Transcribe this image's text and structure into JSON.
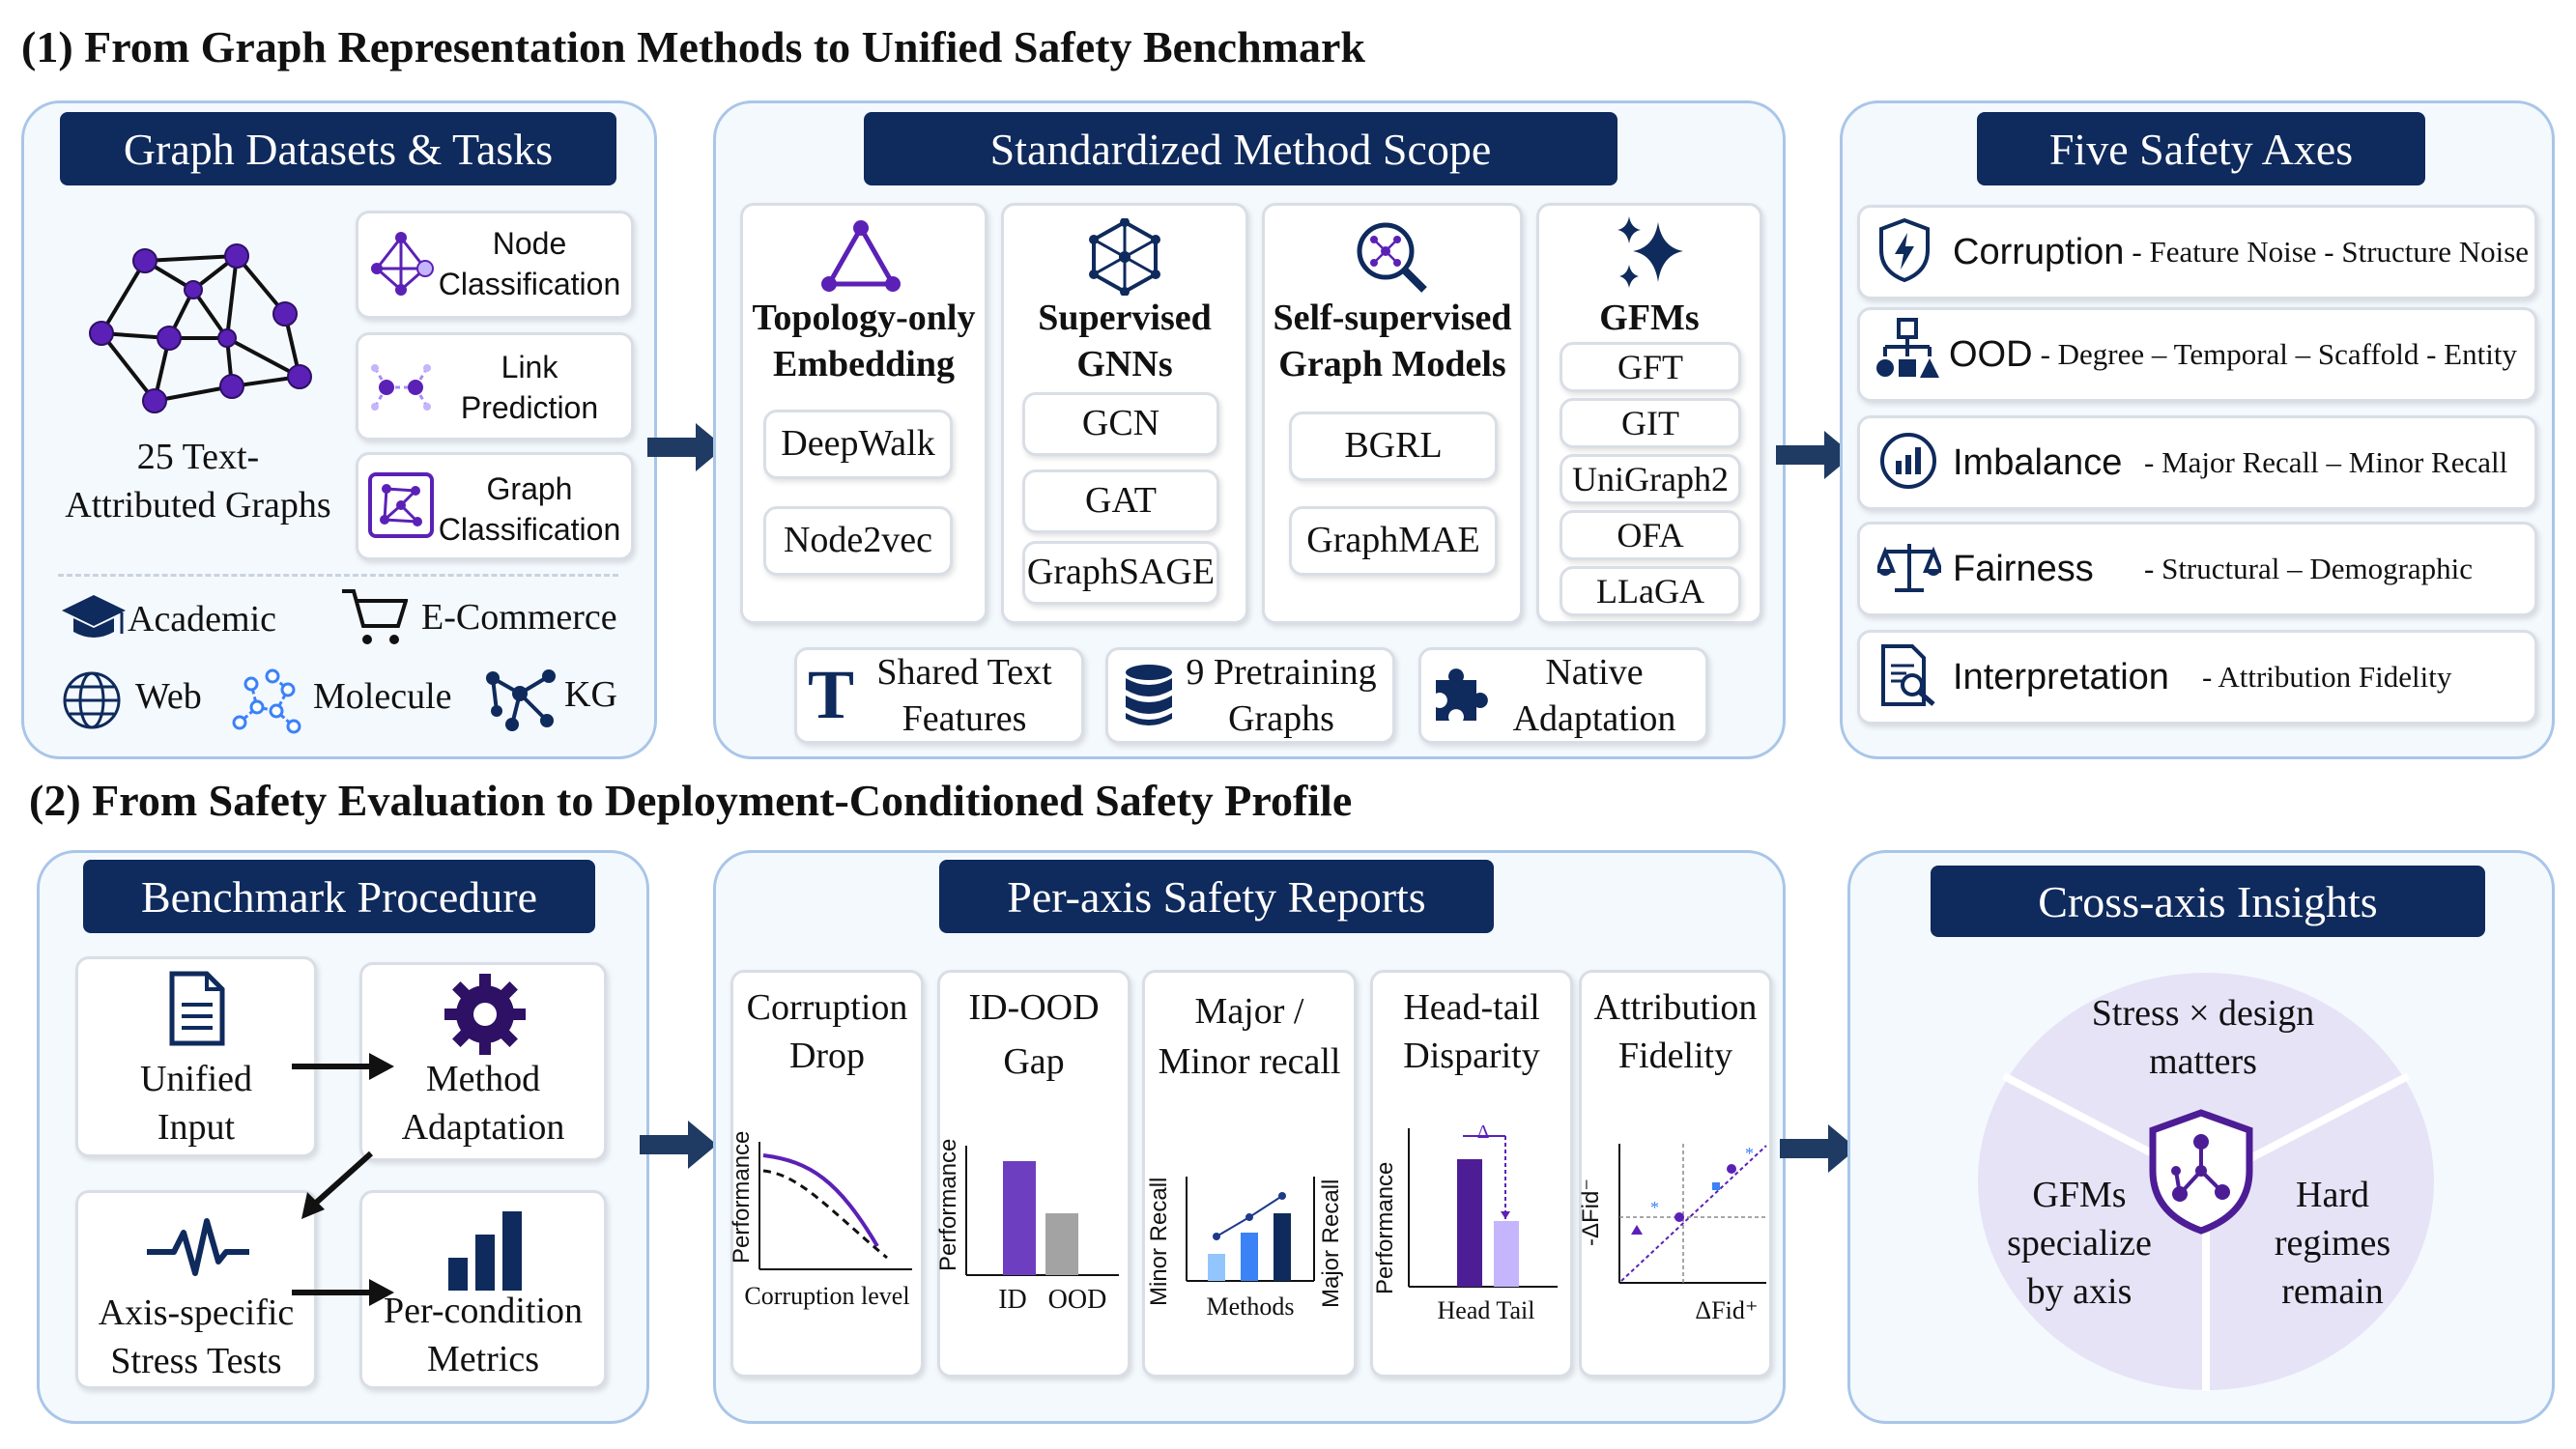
{
  "section1": {
    "title": "(1)  From Graph Representation Methods to Unified Safety Benchmark",
    "datasets": {
      "header": "Graph Datasets & Tasks",
      "graph_caption_line1": "25 Text-",
      "graph_caption_line2": "Attributed Graphs",
      "tasks": [
        {
          "line1": "Node",
          "line2": "Classification"
        },
        {
          "line1": "Link",
          "line2": "Prediction"
        },
        {
          "line1": "Graph",
          "line2": "Classification"
        }
      ],
      "domains": [
        "Academic",
        "E-Commerce",
        "Web",
        "Molecule",
        "KG"
      ]
    },
    "methods": {
      "header": "Standardized Method Scope",
      "groups": [
        {
          "title_line1": "Topology-only",
          "title_line2": "Embedding",
          "items": [
            "DeepWalk",
            "Node2vec"
          ]
        },
        {
          "title_line1": "Supervised",
          "title_line2": "GNNs",
          "items": [
            "GCN",
            "GAT",
            "GraphSAGE"
          ]
        },
        {
          "title_line1": "Self-supervised",
          "title_line2": "Graph Models",
          "items": [
            "BGRL",
            "GraphMAE"
          ]
        },
        {
          "title_line1": "GFMs",
          "title_line2": "",
          "items": [
            "GFT",
            "GIT",
            "UniGraph2",
            "OFA",
            "LLaGA"
          ]
        }
      ],
      "features": [
        {
          "line1": "Shared Text",
          "line2": "Features"
        },
        {
          "line1": "9 Pretraining",
          "line2": "Graphs"
        },
        {
          "line1": "Native",
          "line2": "Adaptation"
        }
      ]
    },
    "axes": {
      "header": "Five Safety Axes",
      "items": [
        {
          "name": "Corruption",
          "detail": "- Feature Noise - Structure Noise"
        },
        {
          "name": "OOD",
          "detail": "- Degree – Temporal – Scaffold - Entity"
        },
        {
          "name": "Imbalance",
          "detail": "- Major Recall – Minor Recall"
        },
        {
          "name": "Fairness",
          "detail": "- Structural – Demographic"
        },
        {
          "name": "Interpretation",
          "detail": "- Attribution Fidelity"
        }
      ]
    }
  },
  "section2": {
    "title": "(2)  From Safety Evaluation to Deployment-Conditioned Safety Profile",
    "procedure": {
      "header": "Benchmark Procedure",
      "steps": [
        {
          "line1": "Unified",
          "line2": "Input"
        },
        {
          "line1": "Method",
          "line2": "Adaptation"
        },
        {
          "line1": "Axis-specific",
          "line2": "Stress Tests"
        },
        {
          "line1": "Per-condition",
          "line2": "Metrics"
        }
      ]
    },
    "reports": {
      "header": "Per-axis Safety Reports",
      "cards": [
        {
          "title_line1": "Corruption",
          "title_line2": "Drop",
          "ylabel": "Performance",
          "xlabel": "Corruption level"
        },
        {
          "title_line1": "ID-OOD",
          "title_line2": "Gap",
          "ylabel": "Performance",
          "xlabel_left": "ID",
          "xlabel_right": "OOD"
        },
        {
          "title_line1": "Major /",
          "title_line2": "Minor recall",
          "ylabel_left": "Minor Recall",
          "ylabel_right": "Major Recall",
          "xlabel": "Methods"
        },
        {
          "title_line1": "Head-tail",
          "title_line2": "Disparity",
          "ylabel": "Performance",
          "xlabel": "Head Tail",
          "delta": "Δ"
        },
        {
          "title_line1": "Attribution",
          "title_line2": "Fidelity",
          "ylabel": "-ΔFid⁻",
          "xlabel": "ΔFid⁺"
        }
      ]
    },
    "insights": {
      "header": "Cross-axis Insights",
      "top_line1": "Stress × design",
      "top_line2": "matters",
      "left_line1": "GFMs",
      "left_line2": "specialize",
      "left_line3": "by axis",
      "right_line1": "Hard",
      "right_line2": "regimes",
      "right_line3": "remain"
    }
  },
  "colors": {
    "navy": "#0f2a5c",
    "panel_border": "#a9c6e8",
    "panel_bg": "#f4f9fe",
    "purple": "#5b21b6",
    "light_purple": "#c4b5fd",
    "blue": "#3b82f6",
    "arrow": "#1f3b63"
  }
}
